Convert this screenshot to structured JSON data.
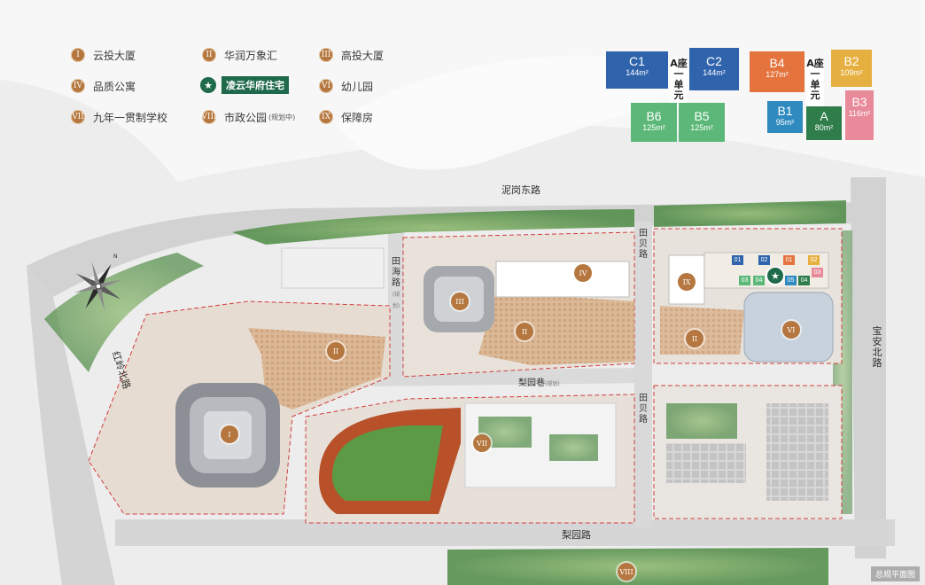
{
  "legend": [
    {
      "num": "I",
      "label": "云投大厦"
    },
    {
      "num": "II",
      "label": "华润万象汇"
    },
    {
      "num": "III",
      "label": "高投大厦"
    },
    {
      "num": "IV",
      "label": "品质公寓"
    },
    {
      "num": "★",
      "label": "凌云华府住宅",
      "highlight": true
    },
    {
      "num": "VI",
      "label": "幼儿园"
    },
    {
      "num": "VII",
      "label": "九年一贯制学校"
    },
    {
      "num": "VIII",
      "label": "市政公园",
      "note": "(规划中)"
    },
    {
      "num": "IX",
      "label": "保障房"
    }
  ],
  "units": [
    {
      "name": "C1",
      "area": "144m²",
      "color": "#2f64ad"
    },
    {
      "name": "C2",
      "area": "144m²",
      "color": "#2f64ad"
    },
    {
      "name": "B6",
      "area": "125m²",
      "color": "#5cb879"
    },
    {
      "name": "B5",
      "area": "125m²",
      "color": "#5cb879"
    },
    {
      "name": "B4",
      "area": "127m²",
      "color": "#e4733e"
    },
    {
      "name": "B2",
      "area": "109m²",
      "color": "#e6b040"
    },
    {
      "name": "B3",
      "area": "116m²",
      "color": "#e88a9a"
    },
    {
      "name": "B1",
      "area": "95m²",
      "color": "#2f8bbf"
    },
    {
      "name": "A",
      "area": "80m²",
      "color": "#2e7d4a"
    }
  ],
  "unit_cores": [
    "A座一单元",
    "A座一单元"
  ],
  "roads": {
    "nigang_east": "泥岗东路",
    "hongling_north": "红岭北路",
    "baoan_north": "宝安北路",
    "liyuan_road": "梨园路",
    "liyuan_lane": "梨园巷",
    "liyuan_lane_note": "(规划)",
    "tianbei_top": "田贝路",
    "tianbei_bottom": "田贝路",
    "tianhai": "田海路",
    "plan_note": "(规划)"
  },
  "site_markers": [
    {
      "num": "I"
    },
    {
      "num": "II"
    },
    {
      "num": "II"
    },
    {
      "num": "II"
    },
    {
      "num": "III"
    },
    {
      "num": "IV"
    },
    {
      "num": "VI"
    },
    {
      "num": "VII"
    },
    {
      "num": "VIII"
    },
    {
      "num": "IX"
    }
  ],
  "building_chips": [
    {
      "label": "01",
      "color": "#2f64ad"
    },
    {
      "label": "02",
      "color": "#2f64ad"
    },
    {
      "label": "01",
      "color": "#e4733e"
    },
    {
      "label": "02",
      "color": "#e6b040"
    },
    {
      "label": "03",
      "color": "#5cb879"
    },
    {
      "label": "04",
      "color": "#5cb879"
    },
    {
      "label": "05",
      "color": "#2f8bbf"
    },
    {
      "label": "04",
      "color": "#2e7d4a"
    },
    {
      "label": "03",
      "color": "#e88a9a"
    }
  ],
  "site_star": "★",
  "compass": {
    "north": "N"
  },
  "corner_label": "总规平面图"
}
